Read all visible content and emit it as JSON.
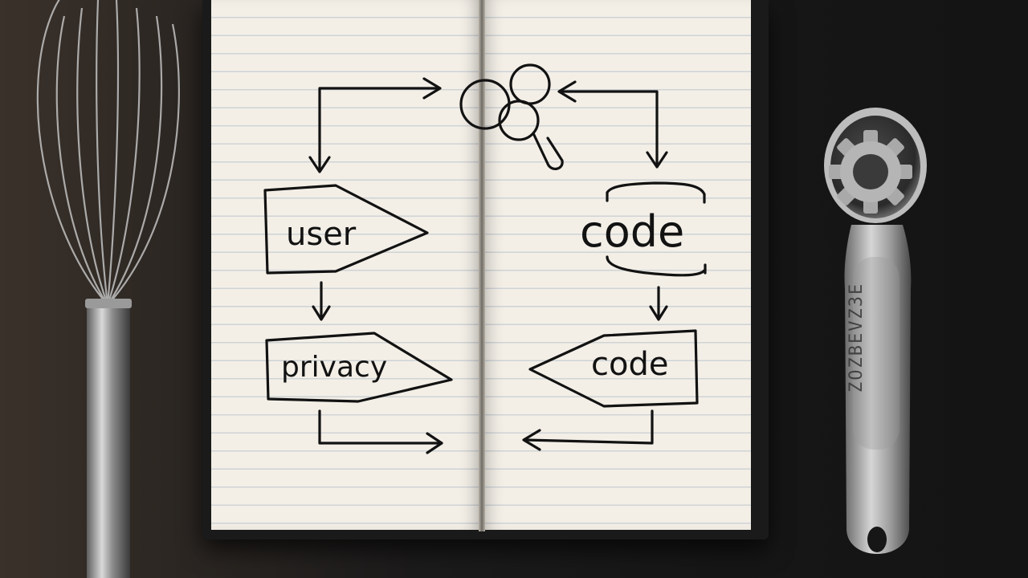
{
  "notebook": {
    "left_page": {
      "box_top_label": "user",
      "box_bottom_label": "privacy"
    },
    "right_page": {
      "box_top_label": "code",
      "box_bottom_label": "code"
    }
  },
  "measuring_spoon": {
    "engraving": "ZOZBEVZ3E"
  },
  "objects": {
    "left_tool": "whisk-icon",
    "right_tool": "measuring-spoon-icon",
    "diagram_icon": "magnifying-glass-icon",
    "spoon_icon": "gear-icon"
  },
  "colors": {
    "ink": "#121212",
    "paper": "#f3efe7",
    "background": "#1a1a1a"
  }
}
